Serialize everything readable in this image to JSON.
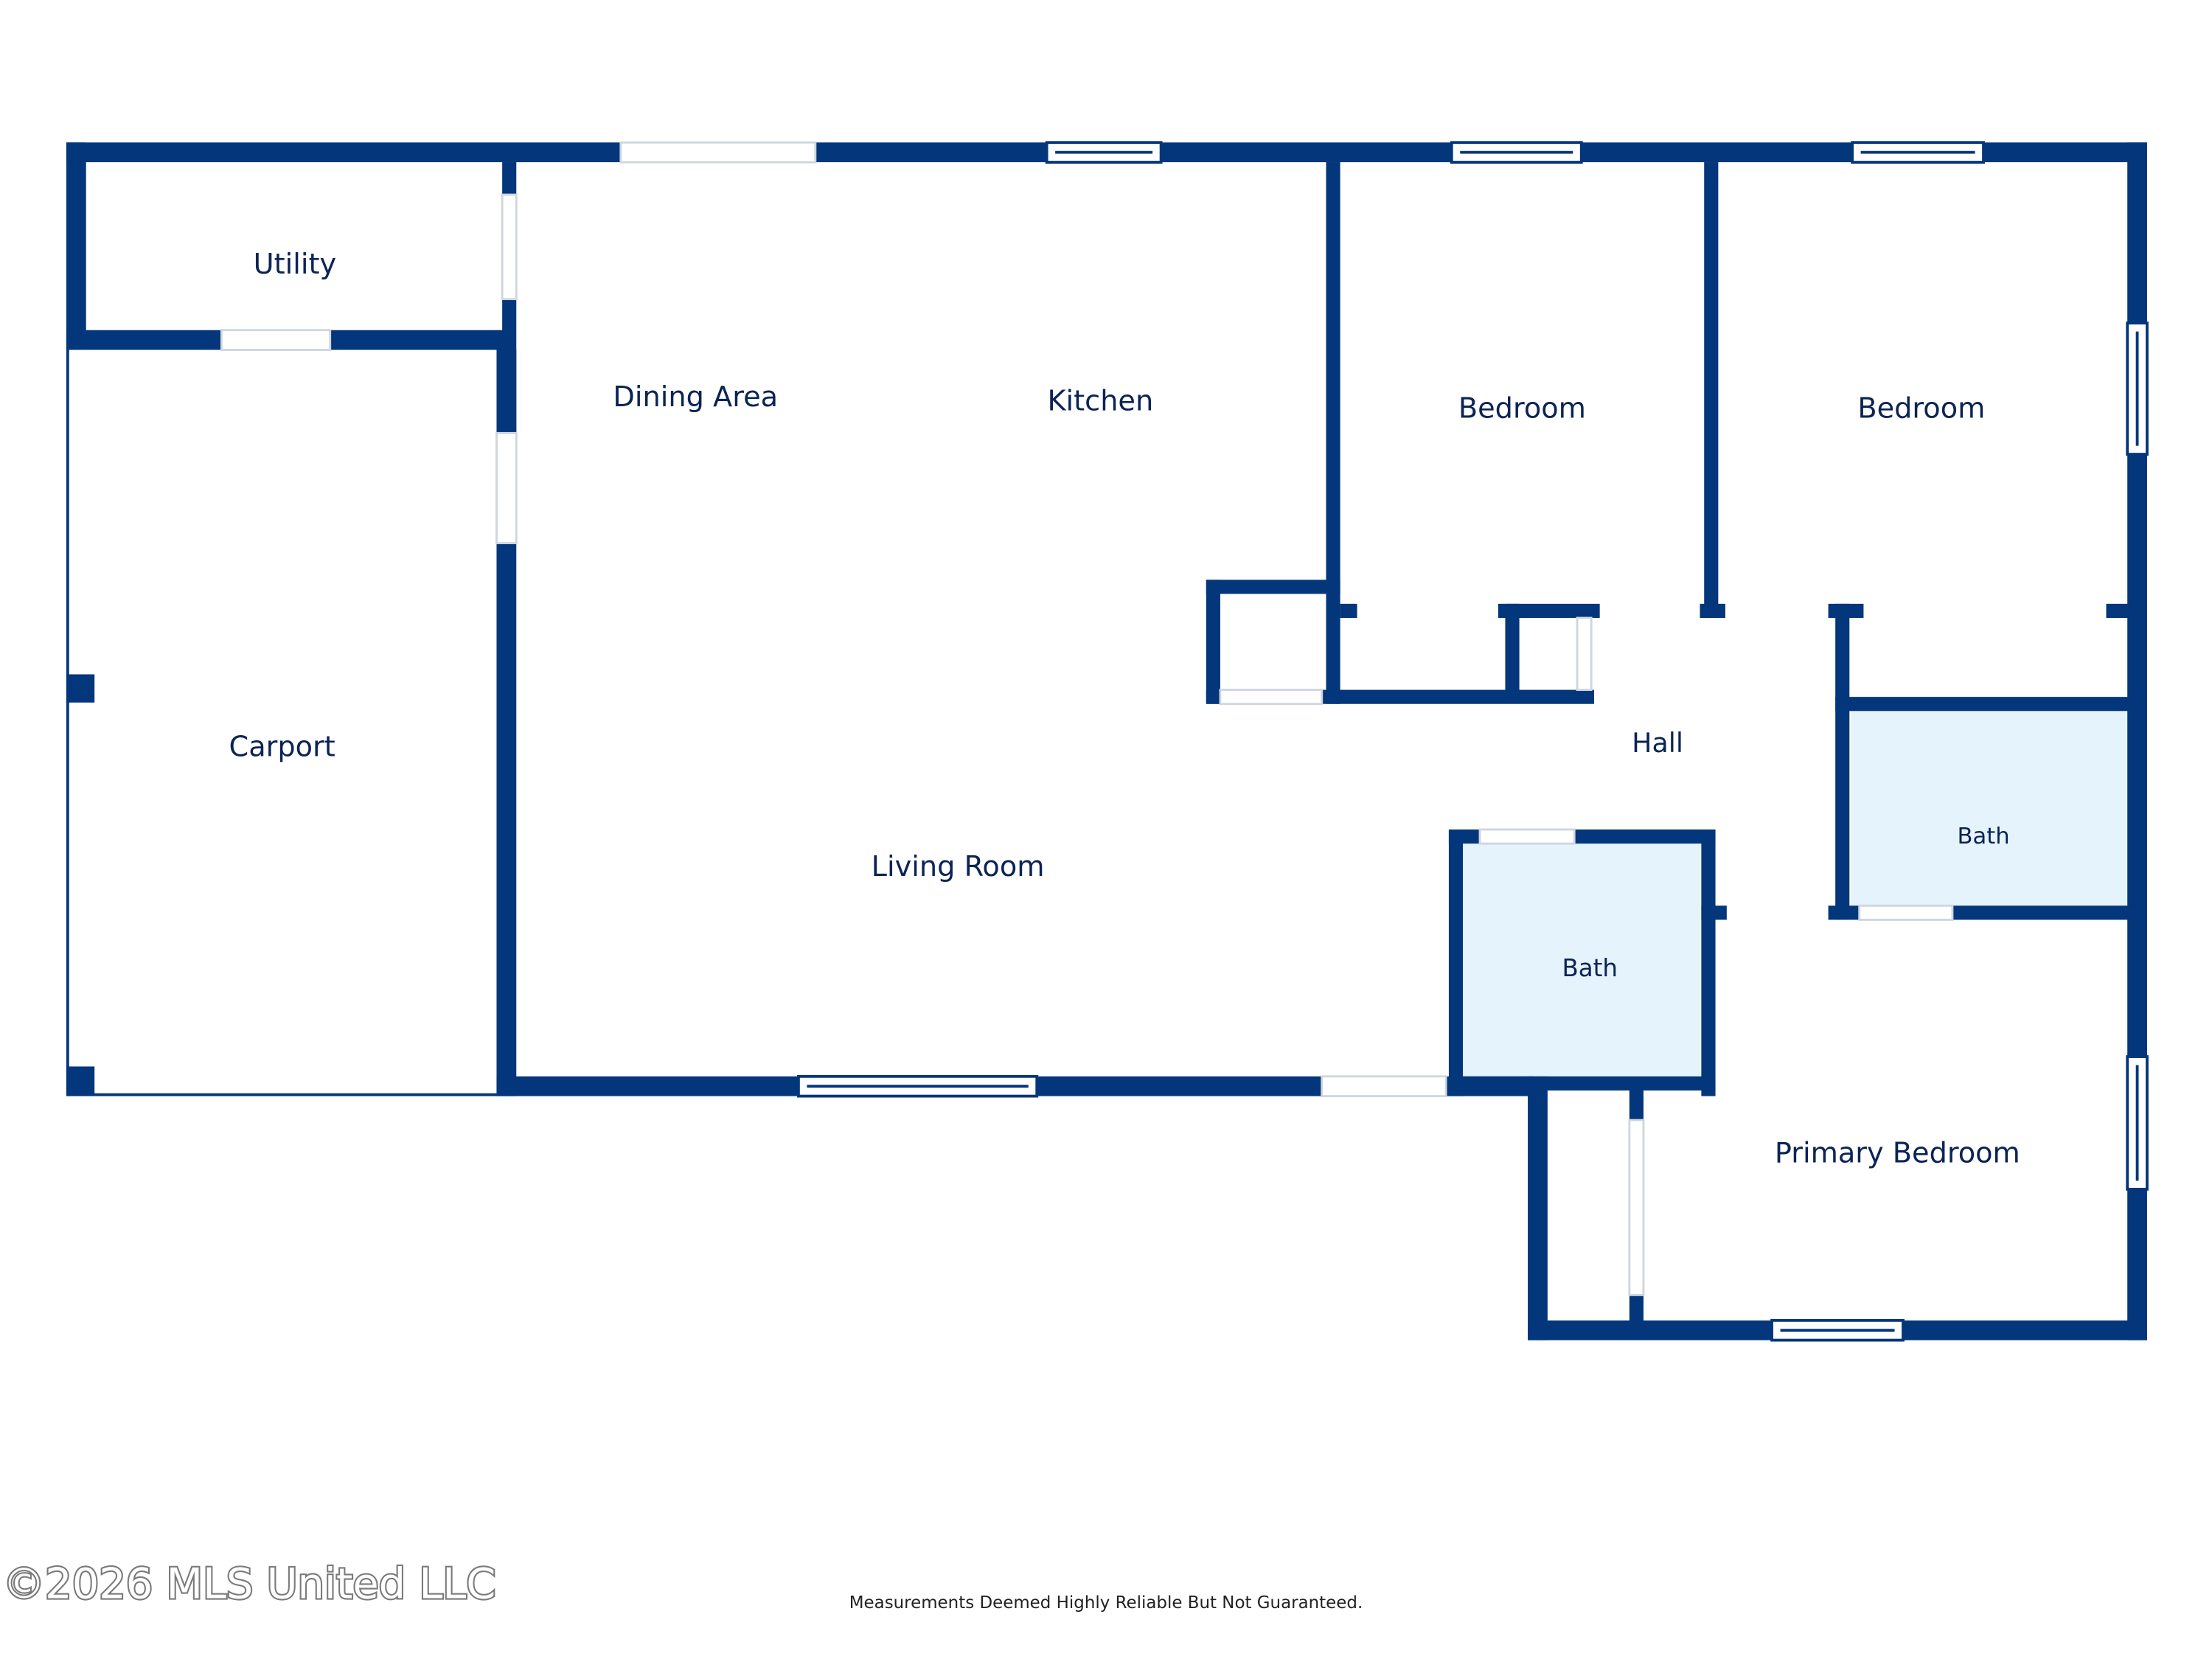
{
  "rooms": {
    "utility": "Utility",
    "dining_area": "Dining Area",
    "kitchen": "Kitchen",
    "bedroom_1": "Bedroom",
    "bedroom_2": "Bedroom",
    "carport": "Carport",
    "hall": "Hall",
    "living_room": "Living Room",
    "bath_1": "Bath",
    "bath_2": "Bath",
    "primary_bedroom": "Primary Bedroom"
  },
  "footer": {
    "watermark": "©2026 MLS United LLC",
    "disclaimer": "Measurements Deemed Highly Reliable But Not Guaranteed."
  },
  "colors": {
    "wall": "#03367a",
    "bath_fill": "#e5f3fd",
    "label": "#0b2455"
  }
}
